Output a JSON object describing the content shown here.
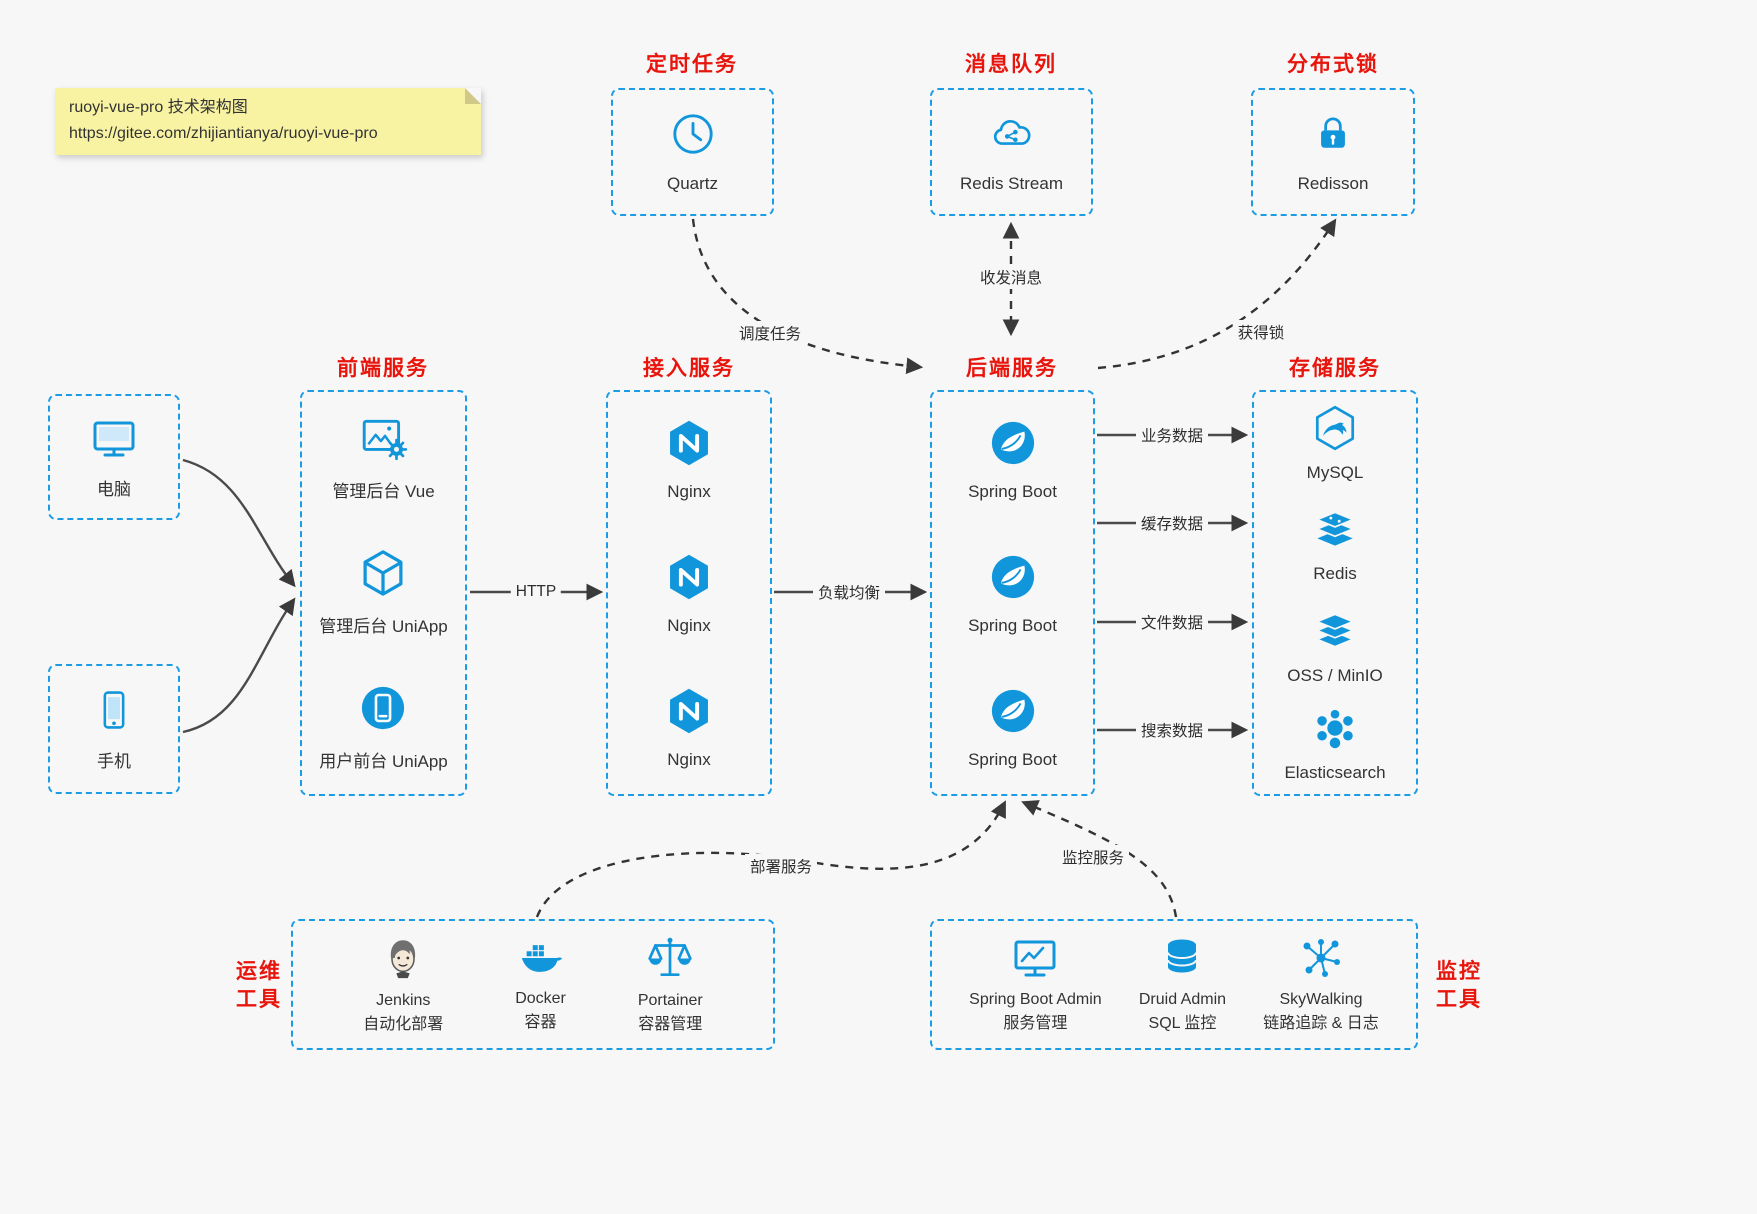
{
  "colors": {
    "accent_blue": "#1296db",
    "title_red": "#e8150d"
  },
  "note": {
    "line1": "ruoyi-vue-pro 技术架构图",
    "line2": "https://gitee.com/zhijiantianya/ruoyi-vue-pro"
  },
  "scheduler": {
    "title": "定时任务",
    "label": "Quartz"
  },
  "mq": {
    "title": "消息队列",
    "label": "Redis Stream"
  },
  "dist_lock": {
    "title": "分布式锁",
    "label": "Redisson"
  },
  "clients": {
    "computer": "电脑",
    "phone": "手机"
  },
  "frontend": {
    "title": "前端服务",
    "items": [
      {
        "label": "管理后台 Vue"
      },
      {
        "label": "管理后台 UniApp"
      },
      {
        "label": "用户前台 UniApp"
      }
    ]
  },
  "gateway": {
    "title": "接入服务",
    "items": [
      {
        "label": "Nginx"
      },
      {
        "label": "Nginx"
      },
      {
        "label": "Nginx"
      }
    ]
  },
  "backend": {
    "title": "后端服务",
    "items": [
      {
        "label": "Spring Boot"
      },
      {
        "label": "Spring Boot"
      },
      {
        "label": "Spring Boot"
      }
    ]
  },
  "storage": {
    "title": "存储服务",
    "items": [
      {
        "label": "MySQL"
      },
      {
        "label": "Redis"
      },
      {
        "label": "OSS / MinIO"
      },
      {
        "label": "Elasticsearch"
      }
    ]
  },
  "edges": {
    "http": "HTTP",
    "load_balance": "负载均衡",
    "schedule": "调度任务",
    "message": "收发消息",
    "acquire_lock": "获得锁",
    "business_data": "业务数据",
    "cache_data": "缓存数据",
    "file_data": "文件数据",
    "search_data": "搜索数据",
    "deploy": "部署服务",
    "monitor": "监控服务"
  },
  "ops": {
    "label_line1": "运维",
    "label_line2": "工具",
    "items": [
      {
        "name": "Jenkins",
        "desc": "自动化部署"
      },
      {
        "name": "Docker",
        "desc": "容器"
      },
      {
        "name": "Portainer",
        "desc": "容器管理"
      }
    ]
  },
  "monitoring": {
    "label_line1": "监控",
    "label_line2": "工具",
    "items": [
      {
        "name": "Spring Boot Admin",
        "desc": "服务管理"
      },
      {
        "name": "Druid Admin",
        "desc": "SQL 监控"
      },
      {
        "name": "SkyWalking",
        "desc": "链路追踪 & 日志"
      }
    ]
  }
}
